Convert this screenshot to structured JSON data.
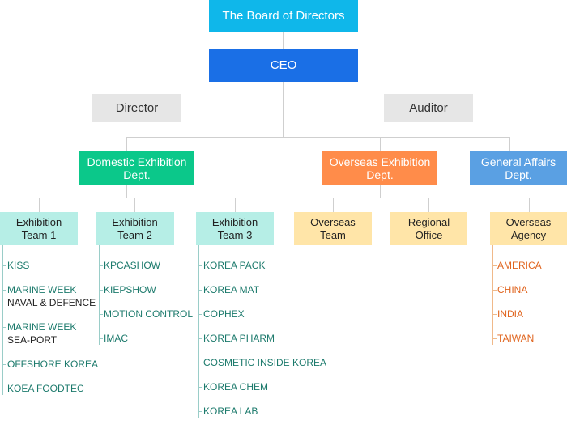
{
  "top": {
    "board": "The Board of Directors",
    "ceo": "CEO",
    "director": "Director",
    "auditor": "Auditor"
  },
  "departments": {
    "domestic": [
      "Domestic Exhibition",
      "Dept."
    ],
    "overseas": [
      "Overseas Exhibition",
      "Dept."
    ],
    "general": [
      "General Affairs",
      "Dept."
    ]
  },
  "teams": [
    {
      "label": [
        "Exhibition",
        "Team 1"
      ],
      "items": [
        [
          "KISS"
        ],
        [
          "MARINE WEEK",
          "NAVAL & DEFENCE"
        ],
        [
          "MARINE WEEK",
          "SEA-PORT"
        ],
        [
          "OFFSHORE KOREA"
        ],
        [
          "KOEA FOODTEC"
        ]
      ]
    },
    {
      "label": [
        "Exhibition",
        "Team 2"
      ],
      "items": [
        [
          "KPCASHOW"
        ],
        [
          "KIEPSHOW"
        ],
        [
          "MOTION CONTROL"
        ],
        [
          "IMAC"
        ]
      ]
    },
    {
      "label": [
        "Exhibition",
        "Team 3"
      ],
      "items": [
        [
          "KOREA PACK"
        ],
        [
          "KOREA MAT"
        ],
        [
          "COPHEX"
        ],
        [
          "KOREA PHARM"
        ],
        [
          "COSMETIC INSIDE KOREA"
        ],
        [
          "KOREA CHEM"
        ],
        [
          "KOREA LAB"
        ]
      ]
    },
    {
      "label": [
        "Overseas",
        "Team"
      ],
      "items": []
    },
    {
      "label": [
        "Regional",
        "Office"
      ],
      "items": []
    },
    {
      "label": [
        "Overseas",
        "Agency"
      ],
      "items": [
        [
          "AMERICA"
        ],
        [
          "CHINA"
        ],
        [
          "INDIA"
        ],
        [
          "TAIWAN"
        ]
      ]
    }
  ]
}
